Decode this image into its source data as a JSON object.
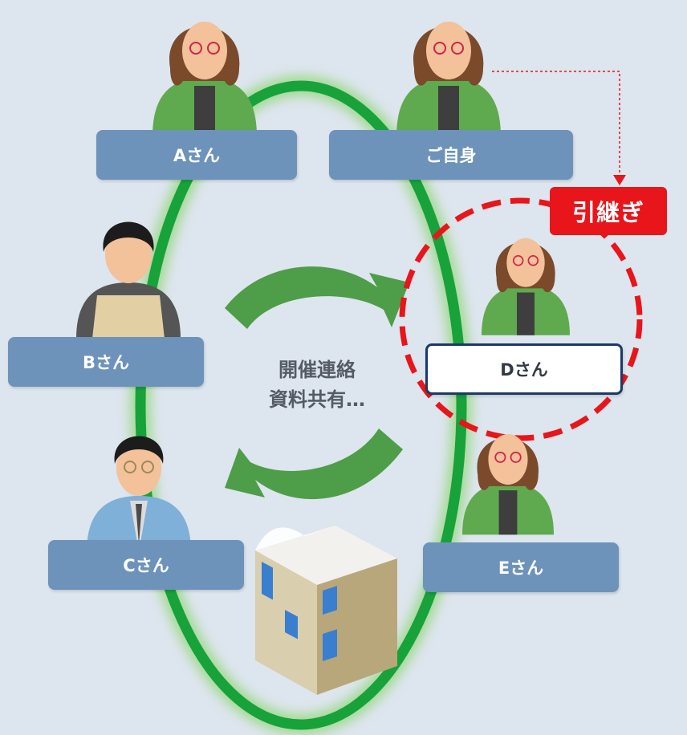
{
  "people": {
    "a": {
      "label": "Aさん"
    },
    "self": {
      "label": "ご自身"
    },
    "b": {
      "label": "Bさん"
    },
    "c": {
      "label": "Cさん"
    },
    "d": {
      "label": "Dさん"
    },
    "e": {
      "label": "Eさん"
    }
  },
  "center_text": {
    "line1": "開催連絡",
    "line2": "資料共有…"
  },
  "handover_label": "引継ぎ",
  "colors": {
    "background": "#dde5ee",
    "ring": "#17a23a",
    "name_box": "#6d93bb",
    "arrows": "#4e9d49",
    "highlight": "#e8151b",
    "selected_border": "#1c3a66"
  }
}
